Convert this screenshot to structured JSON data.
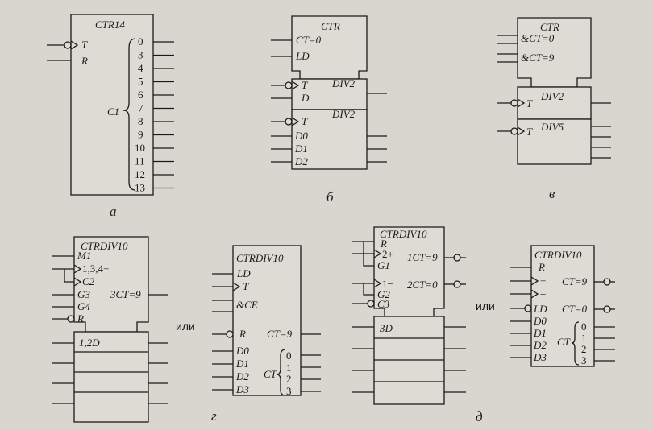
{
  "captions": {
    "a": "а",
    "b": "б",
    "v": "в",
    "g": "г",
    "d": "д"
  },
  "or_label": "или",
  "a": {
    "title": "CTR14",
    "inputs": [
      "T",
      "R"
    ],
    "group": "C1",
    "outputs": [
      "0",
      "3",
      "4",
      "5",
      "6",
      "7",
      "8",
      "9",
      "10",
      "11",
      "12",
      "13"
    ]
  },
  "b": {
    "title": "CTR",
    "ct0": "CT=0",
    "ld": "LD",
    "t1": "T",
    "div2a": "DIV2",
    "d": "D",
    "div2b": "DIV2",
    "t2": "T",
    "d0": "D0",
    "d1": "D1",
    "d2": "D2"
  },
  "v": {
    "title": "CTR",
    "ct0": "&CT=0",
    "ct9": "&CT=9",
    "t1": "T",
    "div2": "DIV2",
    "t2": "T",
    "div5": "DIV5"
  },
  "g1": {
    "title": "CTRDIV10",
    "m1": "M1",
    "c134": "1,3,4+",
    "c2": "C2",
    "g3": "G3",
    "g4": "G4",
    "r": "R",
    "out": "3CT=9",
    "d": "1,2D"
  },
  "g2": {
    "title": "CTRDIV10",
    "ld": "LD",
    "t": "T",
    "ce": "&CE",
    "r": "R",
    "ct9": "CT=9",
    "d0": "D0",
    "d1": "D1",
    "d2": "D2",
    "d3": "D3",
    "ct": "CT",
    "bits": [
      "0",
      "1",
      "2",
      "3"
    ]
  },
  "d1": {
    "title": "CTRDIV10",
    "r": "R",
    "up": "2+",
    "g1": "G1",
    "ct9": "1CT=9",
    "down": "1−",
    "g2": "G2",
    "ct0": "2CT=0",
    "c3": "C3",
    "d3": "3D"
  },
  "d2": {
    "title": "CTRDIV10",
    "r": "R",
    "plus": "+",
    "minus": "−",
    "ct9": "CT=9",
    "ld": "LD",
    "ct0": "CT=0",
    "d0": "D0",
    "d1": "D1",
    "d2": "D2",
    "d3": "D3",
    "ct": "CT",
    "bits": [
      "0",
      "1",
      "2",
      "3"
    ]
  }
}
